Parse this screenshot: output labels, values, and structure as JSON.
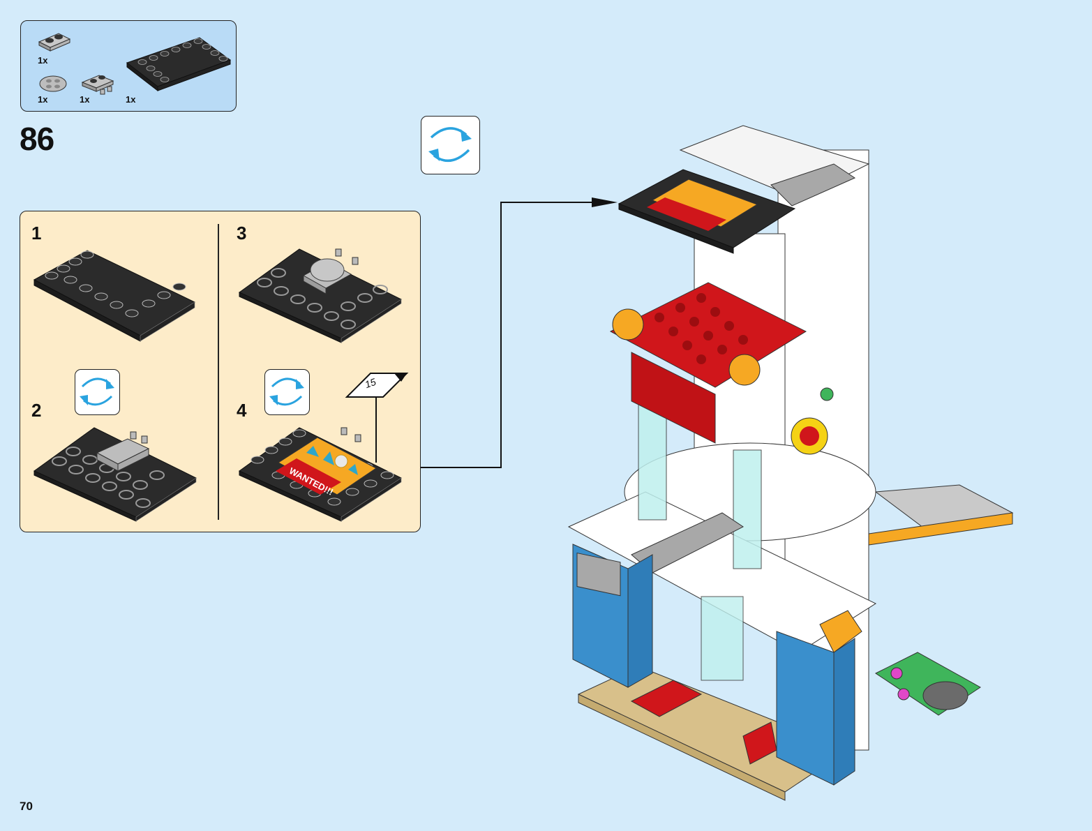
{
  "page": {
    "page_number": "70",
    "background_color": "#d4ebfa"
  },
  "parts_list": {
    "items": [
      {
        "name": "plate 1x2 light grey",
        "quantity": "1x"
      },
      {
        "name": "round plate 2x2 light grey",
        "quantity": "1x"
      },
      {
        "name": "plate with clips light grey",
        "quantity": "1x"
      },
      {
        "name": "tile 4x6 with studs on edges black",
        "quantity": "1x"
      }
    ],
    "background_color": "#b9dbf6"
  },
  "step": {
    "number": "86",
    "rotate_icon": "rotate-model-icon"
  },
  "substeps": {
    "background_color": "#fdecc9",
    "items": [
      {
        "number": "1",
        "description": "black 4x6 tile with edge studs"
      },
      {
        "number": "2",
        "description": "flip model, add plate with clips",
        "rotate_icon": true
      },
      {
        "number": "3",
        "description": "add round grey plate"
      },
      {
        "number": "4",
        "description": "flip model, apply sticker",
        "rotate_icon": true,
        "sticker_number": "15"
      }
    ]
  },
  "sticker": {
    "text": "WANTED!!!",
    "number": "15"
  },
  "colors": {
    "rotate_arrow": "#2aa3df",
    "brick_black": "#2b2b2b",
    "brick_red": "#d0161b",
    "brick_white": "#ffffff",
    "brick_grey": "#a3a3a3",
    "brick_blue": "#3a8fcc",
    "brick_tan": "#d8c08a",
    "brick_orange": "#f7b02d",
    "trans_clear": "#bff0ee",
    "brick_green": "#3fb55b"
  }
}
